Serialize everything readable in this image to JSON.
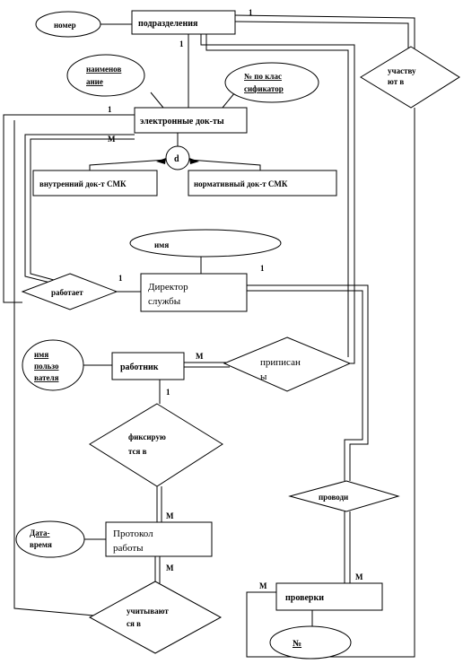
{
  "entities": {
    "podrazdelenie": "подразделения",
    "elektronnye_doc": "электронные док-ты",
    "vnutrenniy_doc": "внутренний док-т СМК",
    "normativny_doc": "нормативный док-т СМК",
    "director_line1": "Директор",
    "director_line2": "службы",
    "rabotnik": "работник",
    "protokol_line1": "Протокол",
    "protokol_line2": "работы",
    "proverki": "проверки"
  },
  "attributes": {
    "nomer": "номер",
    "naimenovanie_line1": "наименов",
    "naimenovanie_line2": "ание",
    "nomer_klass_line1": "№ по клас",
    "nomer_klass_line2": "сификатор",
    "imya": "имя",
    "imya_polz_line1": "имя",
    "imya_polz_line2": "пользо",
    "imya_polz_line3": "вателя",
    "data_vremya_line1": "Дата-",
    "data_vremya_line2": "время",
    "nomer_proverki": "№"
  },
  "relationships": {
    "uchastvuyut_line1": "участву",
    "uchastvuyut_line2": "ют в",
    "rabotaet": "работает",
    "pripisany_line1": "приписан",
    "pripisany_line2": "ы",
    "fiksiruyutsya_line1": "фиксирую",
    "fiksiruyutsya_line2": "тся в",
    "provodit": "проводи",
    "uchityvayutsya_line1": "учитывают",
    "uchityvayutsya_line2": "ся в"
  },
  "specialization": {
    "d": "d"
  },
  "cardinalities": {
    "one": "1",
    "many": "М"
  }
}
